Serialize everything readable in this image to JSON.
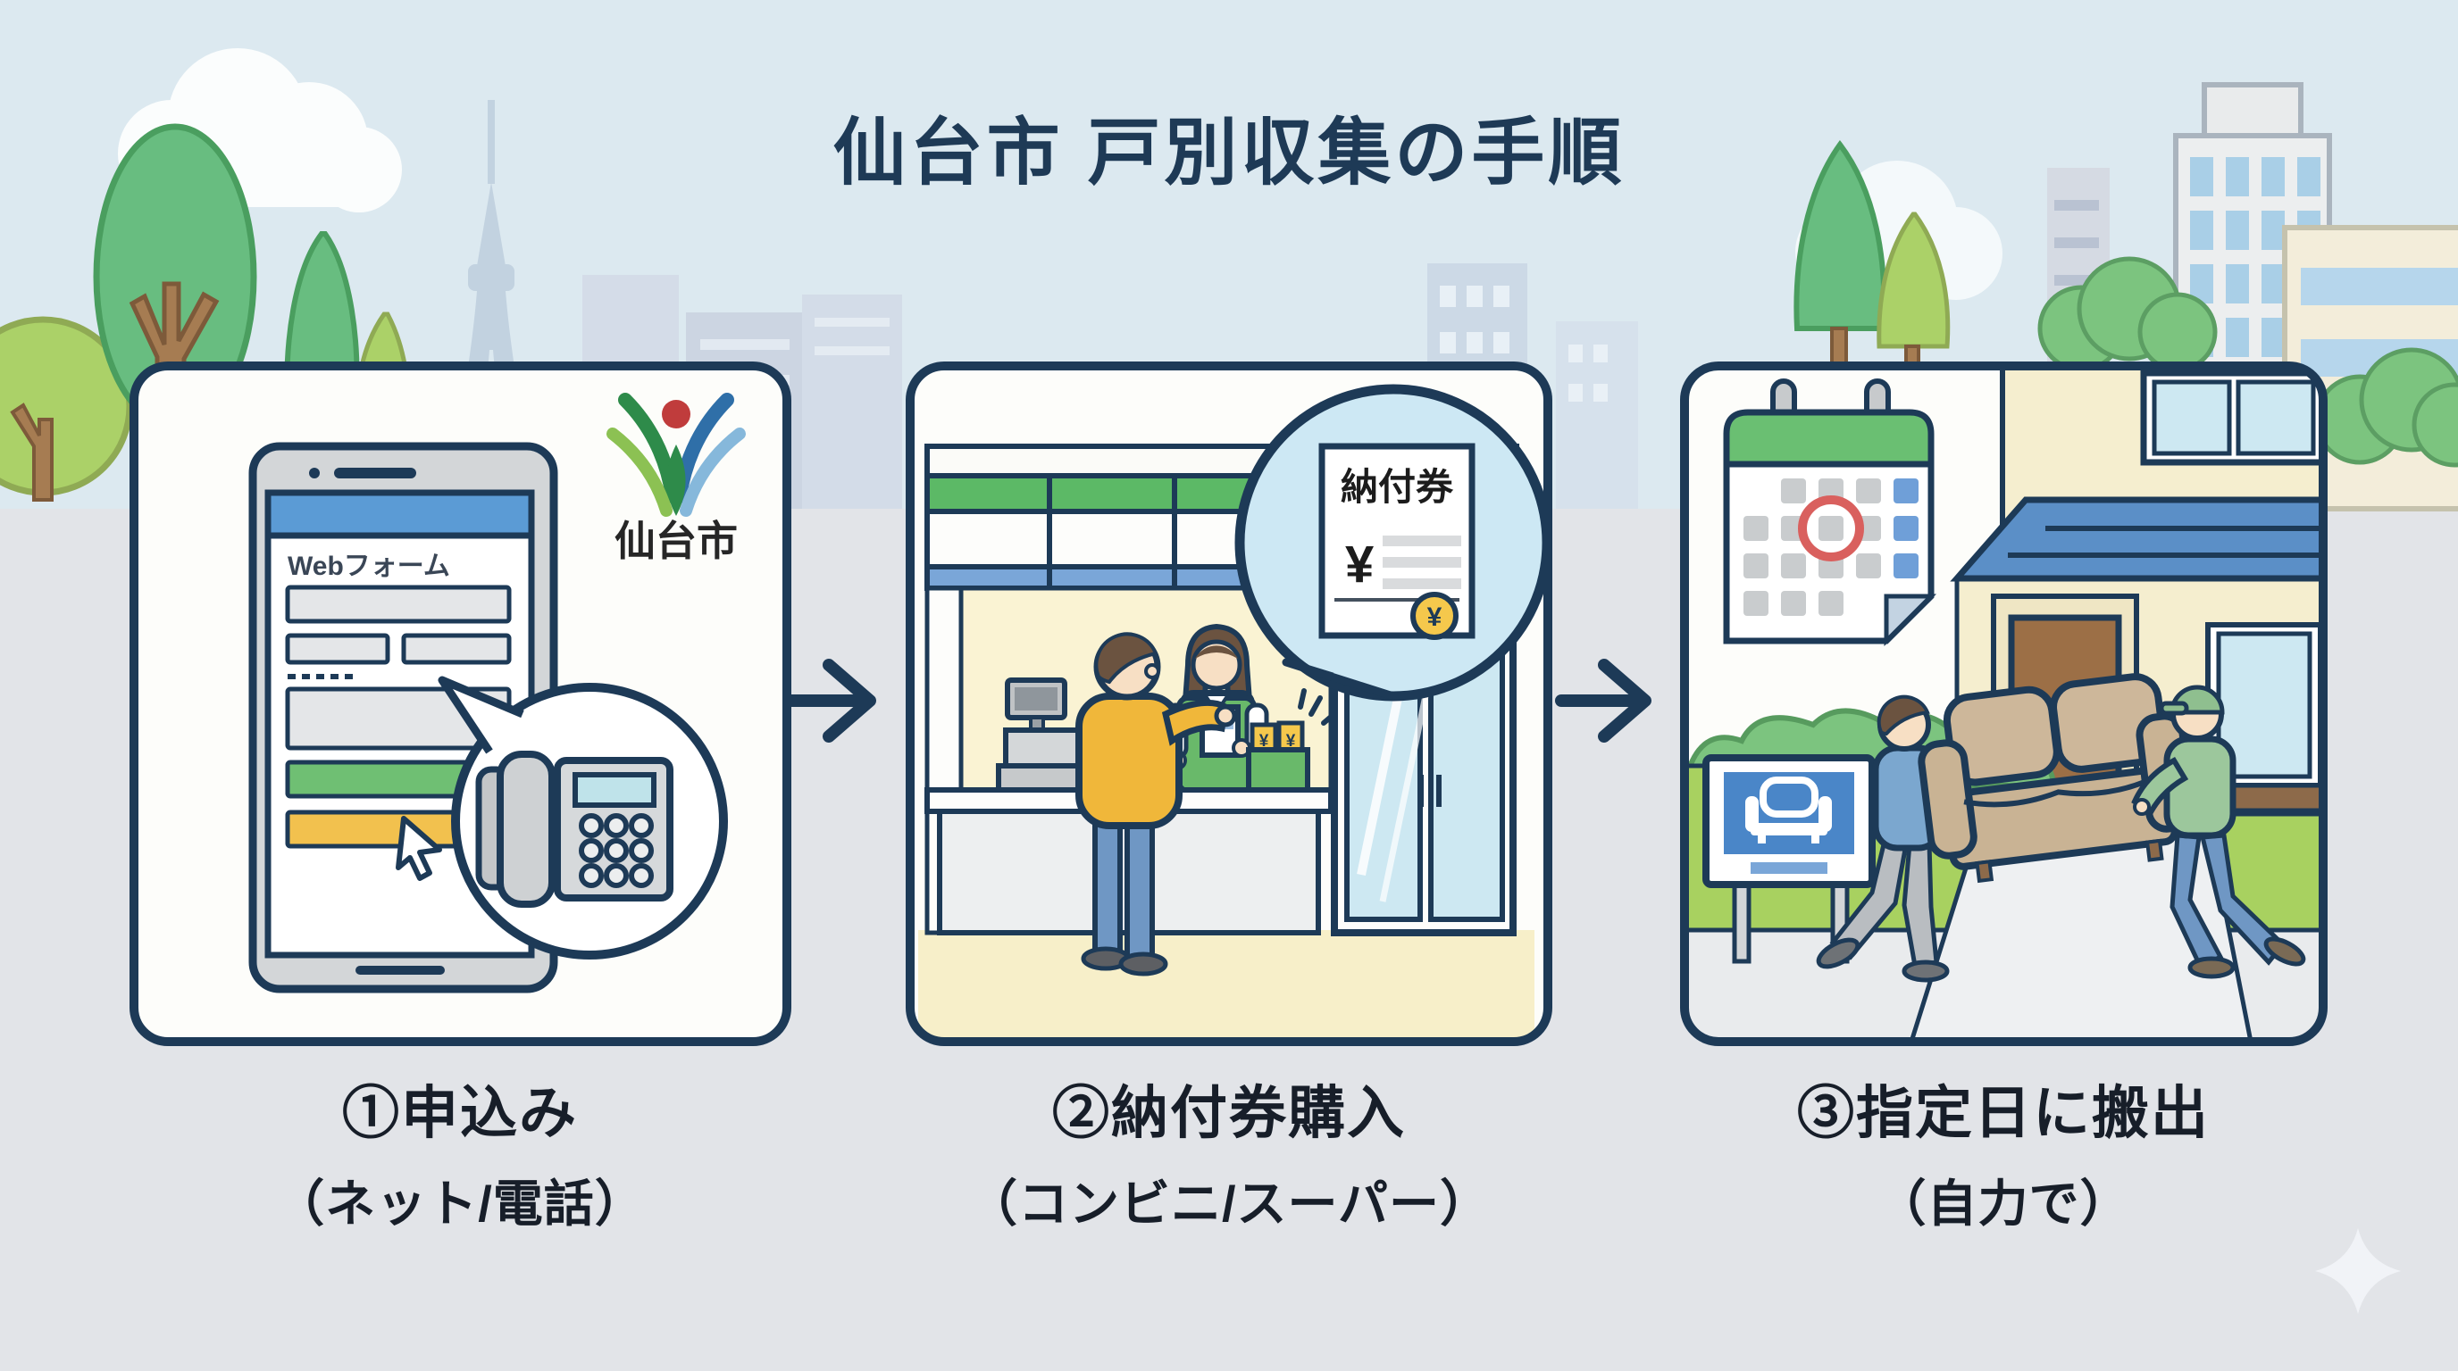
{
  "title": "仙台市 戸別収集の手順",
  "steps": [
    {
      "label": "①申込み",
      "sub": "（ネット/電話）"
    },
    {
      "label": "②納付券購入",
      "sub": "（コンビニ/スーパー）"
    },
    {
      "label": "③指定日に搬出",
      "sub": "（自力で）"
    }
  ],
  "card1": {
    "logo_text": "仙台市",
    "form_title": "Webフォーム"
  },
  "card2": {
    "ticket_title": "納付券",
    "ticket_yen": "¥",
    "coin_yen": "¥",
    "tag1_yen": "¥",
    "tag2_yen": "¥"
  },
  "colors": {
    "outline": "#1d3a57",
    "sky": "#dce9f0",
    "ground": "#e2e4e8",
    "card_bg": "#fdfdfa",
    "store_green": "#5cb966",
    "header_blue": "#5b9bd5",
    "button_yellow": "#f2c14e",
    "button_green": "#6fbf73",
    "bubble_blue": "#cde8f4",
    "calendar_green": "#6abf72",
    "calendar_red": "#d9605e",
    "roof_blue": "#5b8fc7"
  }
}
